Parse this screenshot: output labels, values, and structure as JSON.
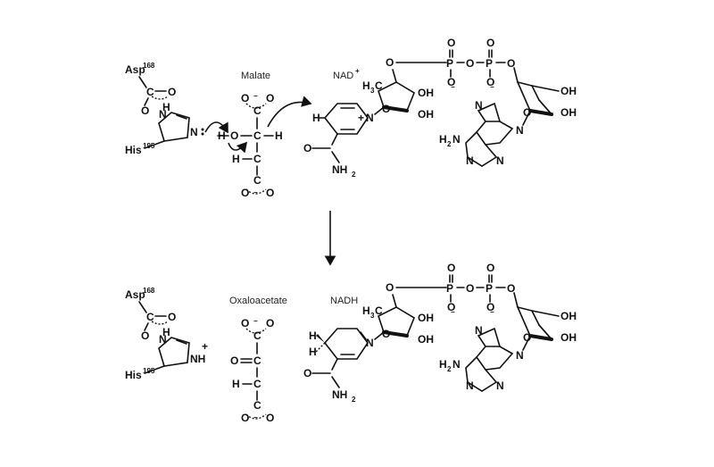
{
  "labels": {
    "malate": "Malate",
    "nad_plus": "NAD",
    "nad_plus_sup": "+",
    "oxaloacetate": "Oxaloacetate",
    "nadh": "NADH"
  },
  "residues": {
    "asp": "Asp",
    "asp_num": "168",
    "his": "His",
    "his_num": "195"
  },
  "atoms": {
    "C": "C",
    "O": "O",
    "H": "H",
    "N": "N",
    "P": "P",
    "OH": "OH",
    "NH": "NH",
    "H2N": "H",
    "H2N_sub": "2",
    "H2N_N": "N",
    "NH2": "NH",
    "NH2_sub": "2",
    "H3C": "H",
    "H3C_sub": "3",
    "H3C_C": "C",
    "minus": "−",
    "plus": "+"
  }
}
